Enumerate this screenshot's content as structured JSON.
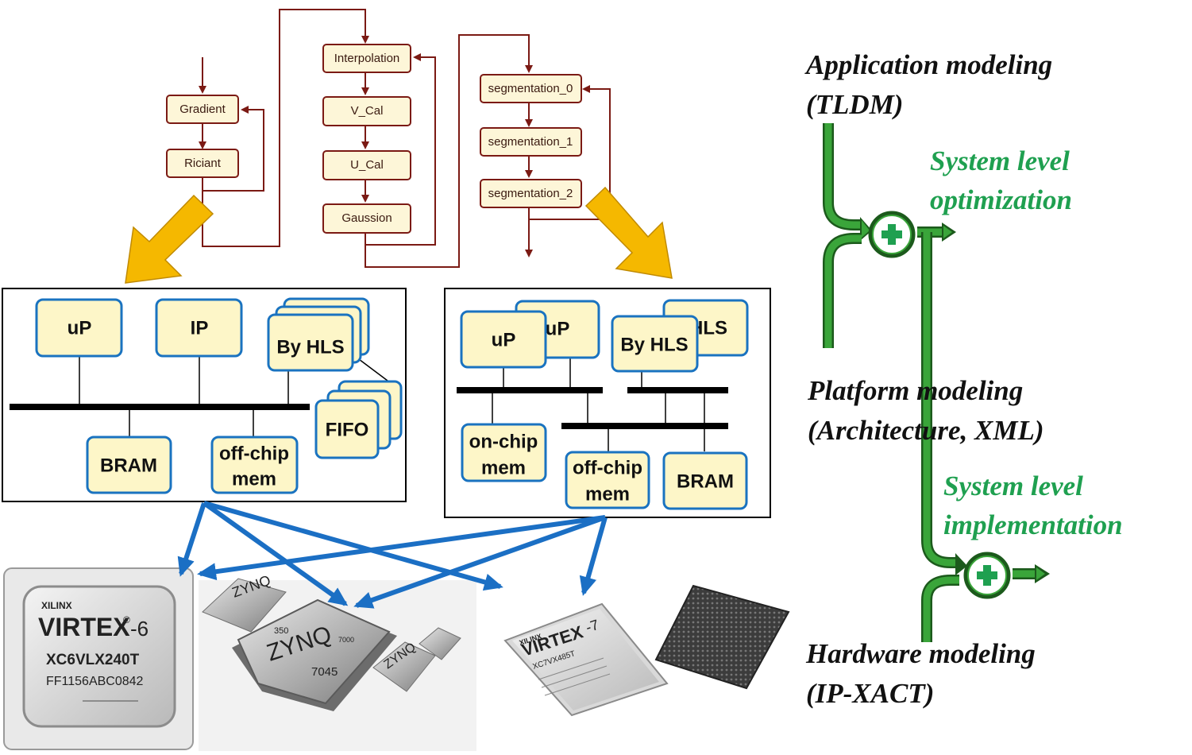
{
  "flow": {
    "gradient": "Gradient",
    "riciant": "Riciant",
    "interpolation": "Interpolation",
    "v_cal": "V_Cal",
    "u_cal": "U_Cal",
    "gaussion": "Gaussion",
    "seg0": "segmentation_0",
    "seg1": "segmentation_1",
    "seg2": "segmentation_2"
  },
  "platform_left": {
    "up": "uP",
    "ip": "IP",
    "by_hls": "By HLS",
    "fifo": "FIFO",
    "bram": "BRAM",
    "offchip_1": "off-chip",
    "offchip_2": "mem"
  },
  "platform_right": {
    "up_front": "uP",
    "up_back": "uP",
    "by_hls": "By HLS",
    "hls_back": "HLS",
    "onchip_1": "on-chip",
    "onchip_2": "mem",
    "offchip_1": "off-chip",
    "offchip_2": "mem",
    "bram": "BRAM"
  },
  "modeling": {
    "app_1": "Application modeling",
    "app_2": "(TLDM)",
    "sys_opt_1": "System level",
    "sys_opt_2": "optimization",
    "plat_1": "Platform modeling",
    "plat_2": "(Architecture, XML)",
    "sys_impl_1": "System level",
    "sys_impl_2": "implementation",
    "hw_1": "Hardware modeling",
    "hw_2": "(IP-XACT)"
  },
  "chips": {
    "v6_brand": "XILINX",
    "v6_name": "VIRTEX",
    "v6_sup": "®",
    "v6_num": "-6",
    "v6_part": "XC6VLX240T",
    "v6_code": "FF1156ABC0842",
    "zynq_name": "ZYNQ",
    "zynq_top": "350",
    "zynq_series": "7000",
    "zynq_num": "7045",
    "v7_brand": "XILINX",
    "v7_name": "VIRTEX",
    "v7_num": "-7",
    "v7_part": "XC7VX485T"
  },
  "colors": {
    "flow_line": "#7b1a14",
    "component_border": "#1a73c0",
    "blue_arrow": "#1b6fc4",
    "yellow_arrow": "#f5b800",
    "green_text": "#1fa050",
    "green_pipe": "#3aa53a"
  }
}
